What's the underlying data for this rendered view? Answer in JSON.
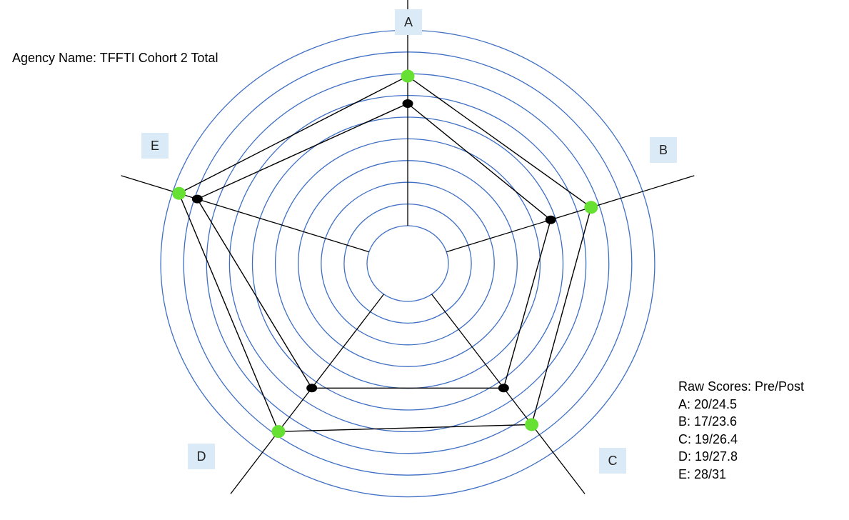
{
  "chart_data": {
    "type": "radar",
    "title": "Agency Name: TFFTI Cohort 2 Total",
    "axes": [
      "A",
      "B",
      "C",
      "D",
      "E"
    ],
    "ring_count": 10,
    "series": [
      {
        "name": "Pre",
        "color": "#000000",
        "values": [
          20,
          17,
          19,
          19,
          28
        ]
      },
      {
        "name": "Post",
        "color": "#66e032",
        "values": [
          24.5,
          23.6,
          26.4,
          27.8,
          31
        ]
      }
    ],
    "raw_scores_title": "Raw Scores: Pre/Post",
    "raw_scores": [
      "A: 20/24.5",
      "B: 17/23.6",
      "C: 19/26.4",
      "D: 19/27.8",
      "E: 28/31"
    ]
  },
  "colors": {
    "ring": "#3f6fc4",
    "label_box": "#dbeaf7",
    "pre": "#000000",
    "post": "#66e032"
  }
}
